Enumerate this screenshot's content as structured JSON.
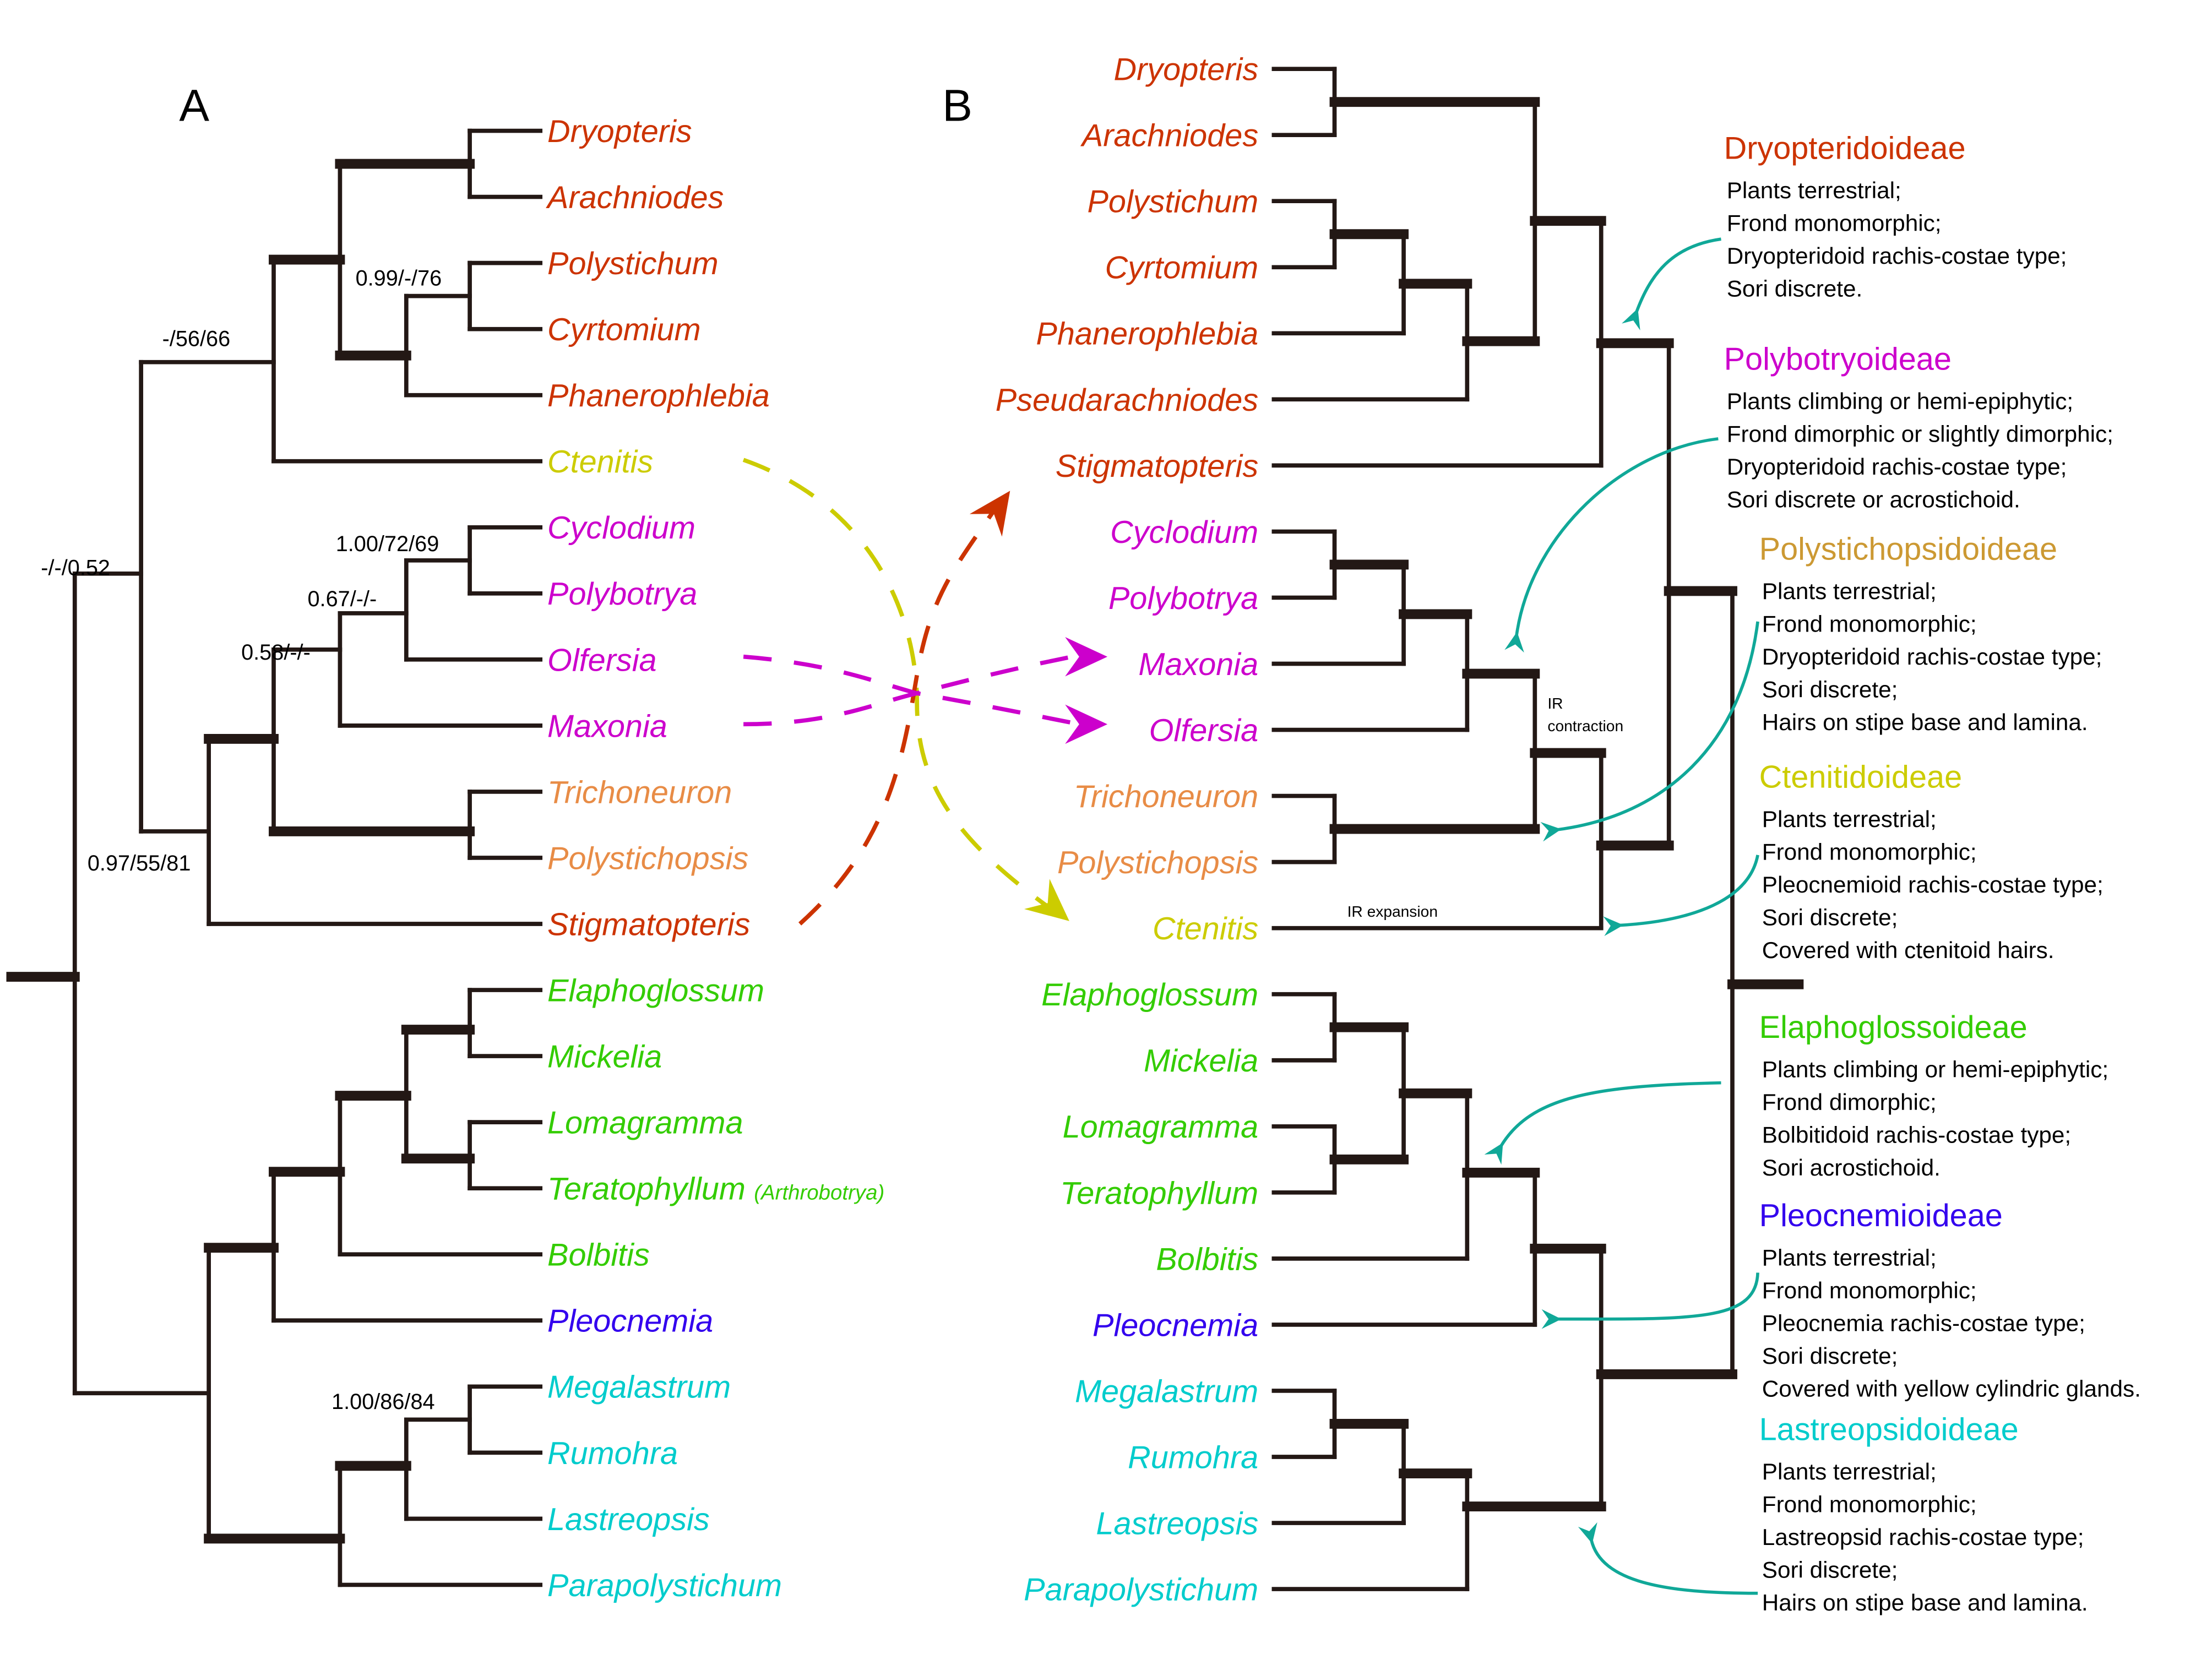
{
  "figure": {
    "panel_a_label": "A",
    "panel_b_label": "B"
  },
  "colors": {
    "dryopteridoideae": "#CC3300",
    "polybotryoideae": "#CC00CC",
    "polystichopsidoideae_taxa": "#E88C46",
    "polystichopsidoideae_head": "#CC9933",
    "ctenitidoideae": "#CCCC00",
    "elaphoglossoideae": "#33CC00",
    "pleocnemioideae": "#3300EE",
    "lastreopsidoideae": "#00CCCC",
    "arrow_teal": "#10A898",
    "branch": "#231815"
  },
  "tree_a": {
    "taxa": [
      {
        "name": "Dryopteris",
        "group": "dryopteridoideae"
      },
      {
        "name": "Arachniodes",
        "group": "dryopteridoideae"
      },
      {
        "name": "Polystichum",
        "group": "dryopteridoideae"
      },
      {
        "name": "Cyrtomium",
        "group": "dryopteridoideae"
      },
      {
        "name": "Phanerophlebia",
        "group": "dryopteridoideae"
      },
      {
        "name": "Ctenitis",
        "group": "ctenitidoideae"
      },
      {
        "name": "Cyclodium",
        "group": "polybotryoideae"
      },
      {
        "name": "Polybotrya",
        "group": "polybotryoideae"
      },
      {
        "name": "Olfersia",
        "group": "polybotryoideae"
      },
      {
        "name": "Maxonia",
        "group": "polybotryoideae"
      },
      {
        "name": "Trichoneuron",
        "group": "polystichopsidoideae_taxa"
      },
      {
        "name": "Polystichopsis",
        "group": "polystichopsidoideae_taxa"
      },
      {
        "name": "Stigmatopteris",
        "group": "dryopteridoideae"
      },
      {
        "name": "Elaphoglossum",
        "group": "elaphoglossoideae"
      },
      {
        "name": "Mickelia",
        "group": "elaphoglossoideae"
      },
      {
        "name": "Lomagramma",
        "group": "elaphoglossoideae"
      },
      {
        "name": "Teratophyllum",
        "group": "elaphoglossoideae",
        "note": "(Arthrobotrya)"
      },
      {
        "name": "Bolbitis",
        "group": "elaphoglossoideae"
      },
      {
        "name": "Pleocnemia",
        "group": "pleocnemioideae"
      },
      {
        "name": "Megalastrum",
        "group": "lastreopsidoideae"
      },
      {
        "name": "Rumohra",
        "group": "lastreopsidoideae"
      },
      {
        "name": "Lastreopsis",
        "group": "lastreopsidoideae"
      },
      {
        "name": "Parapolystichum",
        "group": "lastreopsidoideae"
      }
    ],
    "support_values": [
      {
        "node": "Polystichum+Cyrtomium",
        "label": "0.99/-/76"
      },
      {
        "node": "Dryopteridoideae+Ctenitis",
        "label": "-/56/66"
      },
      {
        "node": "Cyclodium+Polybotrya",
        "label": "1.00/72/69"
      },
      {
        "node": "Cyclodium+Polybotrya+Olfersia",
        "label": "0.67/-/-"
      },
      {
        "node": "Polybotryoideae",
        "label": "0.58/-/-"
      },
      {
        "node": "upper clade root",
        "label": "-/-/0.52"
      },
      {
        "node": "Polybotryoideae+Polystichopsidoideae+Stigmatopteris",
        "label": "0.97/55/81"
      },
      {
        "node": "Megalastrum+Rumohra",
        "label": "1.00/86/84"
      }
    ]
  },
  "tree_b": {
    "taxa": [
      {
        "name": "Dryopteris",
        "group": "dryopteridoideae"
      },
      {
        "name": "Arachniodes",
        "group": "dryopteridoideae"
      },
      {
        "name": "Polystichum",
        "group": "dryopteridoideae"
      },
      {
        "name": "Cyrtomium",
        "group": "dryopteridoideae"
      },
      {
        "name": "Phanerophlebia",
        "group": "dryopteridoideae"
      },
      {
        "name": "Pseudarachniodes",
        "group": "dryopteridoideae"
      },
      {
        "name": "Stigmatopteris",
        "group": "dryopteridoideae"
      },
      {
        "name": "Cyclodium",
        "group": "polybotryoideae"
      },
      {
        "name": "Polybotrya",
        "group": "polybotryoideae"
      },
      {
        "name": "Maxonia",
        "group": "polybotryoideae"
      },
      {
        "name": "Olfersia",
        "group": "polybotryoideae"
      },
      {
        "name": "Trichoneuron",
        "group": "polystichopsidoideae_taxa"
      },
      {
        "name": "Polystichopsis",
        "group": "polystichopsidoideae_taxa"
      },
      {
        "name": "Ctenitis",
        "group": "ctenitidoideae"
      },
      {
        "name": "Elaphoglossum",
        "group": "elaphoglossoideae"
      },
      {
        "name": "Mickelia",
        "group": "elaphoglossoideae"
      },
      {
        "name": "Lomagramma",
        "group": "elaphoglossoideae"
      },
      {
        "name": "Teratophyllum",
        "group": "elaphoglossoideae"
      },
      {
        "name": "Bolbitis",
        "group": "elaphoglossoideae"
      },
      {
        "name": "Pleocnemia",
        "group": "pleocnemioideae"
      },
      {
        "name": "Megalastrum",
        "group": "lastreopsidoideae"
      },
      {
        "name": "Rumohra",
        "group": "lastreopsidoideae"
      },
      {
        "name": "Lastreopsis",
        "group": "lastreopsidoideae"
      },
      {
        "name": "Parapolystichum",
        "group": "lastreopsidoideae"
      }
    ],
    "annotations": {
      "ir_contraction_line1": "IR",
      "ir_contraction_line2": "contraction",
      "ir_expansion": "IR expansion"
    }
  },
  "subfamilies": [
    {
      "name": "Dryopteridoideae",
      "color_key": "dryopteridoideae",
      "traits": [
        "Plants terrestrial;",
        "Frond monomorphic;",
        "Dryopteridoid rachis-costae type;",
        "Sori discrete."
      ]
    },
    {
      "name": "Polybotryoideae",
      "color_key": "polybotryoideae",
      "traits": [
        "Plants climbing or hemi-epiphytic;",
        "Frond dimorphic or slightly dimorphic;",
        "Dryopteridoid rachis-costae type;",
        "Sori discrete or acrostichoid."
      ]
    },
    {
      "name": "Polystichopsidoideae",
      "color_key": "polystichopsidoideae_head",
      "traits": [
        "Plants terrestrial;",
        "Frond monomorphic;",
        "Dryopteridoid rachis-costae type;",
        "Sori discrete;",
        "Hairs on stipe base and lamina."
      ]
    },
    {
      "name": "Ctenitidoideae",
      "color_key": "ctenitidoideae",
      "traits": [
        "Plants terrestrial;",
        "Frond monomorphic;",
        "Pleocnemioid rachis-costae type;",
        "Sori discrete;",
        "Covered with ctenitoid hairs."
      ]
    },
    {
      "name": "Elaphoglossoideae",
      "color_key": "elaphoglossoideae",
      "traits": [
        "Plants climbing or hemi-epiphytic;",
        "Frond dimorphic;",
        "Bolbitidoid rachis-costae type;",
        "Sori acrostichoid."
      ]
    },
    {
      "name": "Pleocnemioideae",
      "color_key": "pleocnemioideae",
      "traits": [
        "Plants terrestrial;",
        "Frond monomorphic;",
        "Pleocnemia rachis-costae type;",
        "Sori discrete;",
        "Covered with yellow cylindric glands."
      ]
    },
    {
      "name": "Lastreopsidoideae",
      "color_key": "lastreopsidoideae",
      "traits": [
        "Plants terrestrial;",
        "Frond monomorphic;",
        "Lastreopsid rachis-costae type;",
        "Sori discrete;",
        "Hairs on stipe base and lamina."
      ]
    }
  ],
  "moves": [
    {
      "taxon": "Ctenitis",
      "from_tree": "A",
      "to_tree": "B",
      "color_key": "ctenitidoideae"
    },
    {
      "taxon": "Stigmatopteris",
      "from_tree": "A",
      "to_tree": "B",
      "color_key": "dryopteridoideae"
    },
    {
      "taxon": "Olfersia",
      "from_tree": "A",
      "to_tree": "B",
      "color_key": "polybotryoideae"
    },
    {
      "taxon": "Maxonia",
      "from_tree": "A",
      "to_tree": "B",
      "color_key": "polybotryoideae"
    }
  ]
}
